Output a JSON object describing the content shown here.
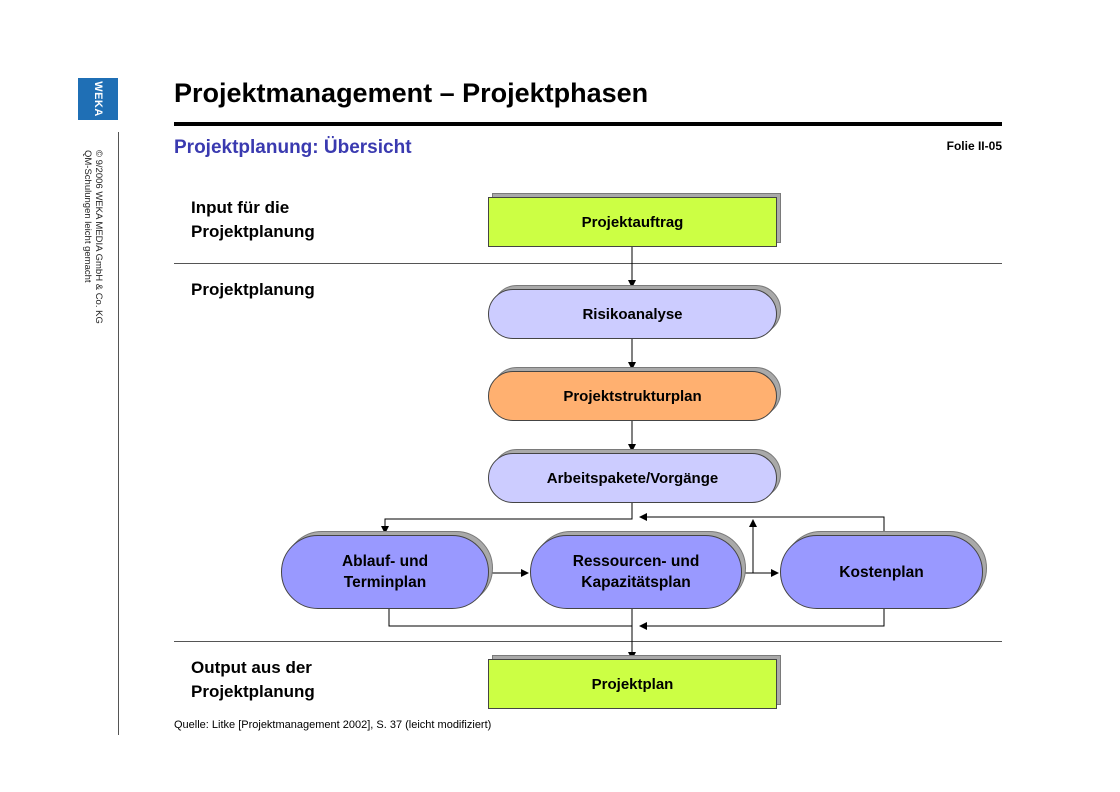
{
  "logo": {
    "text": "WEKA",
    "color": "#1f6fb5"
  },
  "copyright": {
    "line1": "© 9/2006 WEKA MEDIA GmbH & Co. KG",
    "line2": "QM-Schulungen leicht gemacht"
  },
  "title": "Projektmanagement – Projektphasen",
  "subtitle": "Projektplanung: Übersicht",
  "folio": "Folie II-05",
  "sections": {
    "input_1": "Input für die",
    "input_2": "Projektplanung",
    "planung": "Projektplanung",
    "output_1": "Output aus der",
    "output_2": "Projektplanung"
  },
  "nodes": {
    "projektauftrag": "Projektauftrag",
    "risikoanalyse": "Risikoanalyse",
    "projektstrukturplan": "Projektstrukturplan",
    "arbeitspakete": "Arbeitspakete/Vorgänge",
    "ablauf_1": "Ablauf- und",
    "ablauf_2": "Terminplan",
    "ressourcen_1": "Ressourcen- und",
    "ressourcen_2": "Kapazitätsplan",
    "kosten": "Kostenplan",
    "projektplan": "Projektplan"
  },
  "colors": {
    "rect_fill": "#ccff44",
    "pill_light": "#ccccff",
    "pill_orange": "#ffb070",
    "big_pill": "#9999ff",
    "subtitle": "#3a3ab0"
  },
  "source": "Quelle: Litke [Projektmanagement 2002], S. 37 (leicht modifiziert)"
}
